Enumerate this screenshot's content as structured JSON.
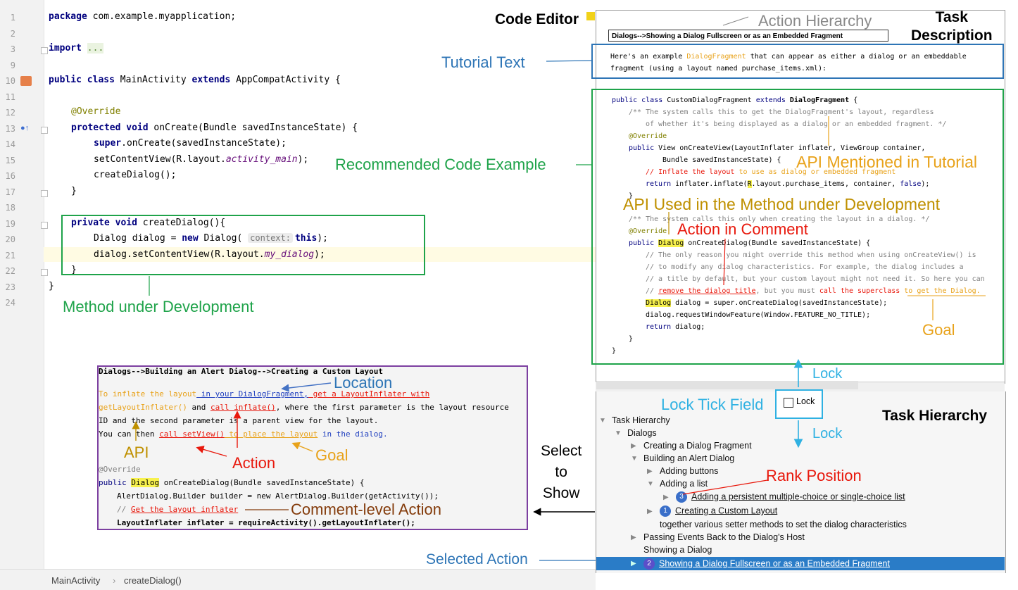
{
  "editor": {
    "lines": [
      {
        "no": "1",
        "code": "package com.example.myapplication;"
      },
      {
        "no": "2",
        "code": ""
      },
      {
        "no": "3",
        "code": "import ..."
      },
      {
        "no": "9",
        "code": ""
      },
      {
        "no": "10",
        "code": "public class MainActivity extends AppCompatActivity {"
      },
      {
        "no": "11",
        "code": ""
      },
      {
        "no": "12",
        "code": "@Override"
      },
      {
        "no": "13",
        "code": "protected void onCreate(Bundle savedInstanceState) {"
      },
      {
        "no": "14",
        "code": "super.onCreate(savedInstanceState);"
      },
      {
        "no": "15",
        "code": "setContentView(R.layout.activity_main);"
      },
      {
        "no": "16",
        "code": "createDialog();"
      },
      {
        "no": "17",
        "code": "}"
      },
      {
        "no": "18",
        "code": ""
      },
      {
        "no": "19",
        "code": "private void createDialog(){"
      },
      {
        "no": "20",
        "code": "Dialog dialog = new Dialog( context: this);"
      },
      {
        "no": "21",
        "code": "dialog.setContentView(R.layout.my_dialog);"
      },
      {
        "no": "22",
        "code": "}"
      },
      {
        "no": "23",
        "code": "}"
      },
      {
        "no": "24",
        "code": ""
      }
    ],
    "line_numbers": [
      "1",
      "2",
      "3",
      "9",
      "10",
      "11",
      "12",
      "13",
      "14",
      "15",
      "16",
      "17",
      "18",
      "19",
      "20",
      "21",
      "22",
      "23",
      "24"
    ],
    "breadcrumb": [
      "MainActivity",
      "createDialog()"
    ]
  },
  "task_panel": {
    "path": "Dialogs-->Showing a Dialog Fullscreen or as an Embedded Fragment",
    "tutorial_line1_a": "Here's an example ",
    "tutorial_line1_api": "DialogFragment",
    "tutorial_line1_b": " that can appear as either a dialog or an embeddable",
    "tutorial_line2": "fragment (using a layout named purchase_items.xml):",
    "code": {
      "l1": "public class CustomDialogFragment extends DialogFragment {",
      "l2": "/** The system calls this to get the DialogFragment's layout, regardless",
      "l3": "of whether it's being displayed as a dialog or an embedded fragment. */",
      "l4": "@Override",
      "l5": "public View onCreateView(LayoutInflater inflater, ViewGroup container,",
      "l6": "Bundle savedInstanceState) {",
      "l7": "// Inflate the layout to use as dialog or embedded fragment",
      "l8": "return inflater.inflate(R.layout.purchase_items, container, false);",
      "l9": "}",
      "l10": "/** The system calls this only when creating the layout in a dialog. */",
      "l11": "@Override",
      "l12_a": "public ",
      "l12_b": "Dialog",
      "l12_c": " onCreateDialog(Bundle savedInstanceState) {",
      "l13": "// The only reason you might override this method when using onCreateView() is",
      "l14": "// to modify any dialog characteristics. For example, the dialog includes a",
      "l15": "// a title by default, but your custom layout might not need it. So here you can",
      "l16_a": "// ",
      "l16_b": "remove the dialog title",
      "l16_c": ", but you must ",
      "l16_d": "call the superclass",
      "l16_e": " to get the Dialog.",
      "l17_a": "Dialog",
      "l17_b": " dialog = super.onCreateDialog(savedInstanceState);",
      "l18": "dialog.requestWindowFeature(Window.FEATURE_NO_TITLE);",
      "l19": "return dialog;",
      "l20": "}",
      "l21": "}"
    },
    "lock_label": "Lock"
  },
  "task_hierarchy": {
    "items": [
      {
        "label": "Task Hierarchy"
      },
      {
        "label": "Dialogs"
      },
      {
        "label": "Creating a Dialog Fragment"
      },
      {
        "label": "Building an Alert Dialog"
      },
      {
        "label": "Adding buttons"
      },
      {
        "label": "Adding a list"
      },
      {
        "label": "Adding a persistent multiple-choice or single-choice list",
        "rank": "3"
      },
      {
        "label": "Creating a Custom Layout",
        "rank": "1"
      },
      {
        "label": "together various setter methods to set the dialog characteristics"
      },
      {
        "label": "Passing Events Back to the Dialog's Host"
      },
      {
        "label": "Showing a Dialog"
      },
      {
        "label": "Showing a Dialog Fullscreen or as an Embedded Fragment",
        "rank": "2"
      }
    ]
  },
  "popup": {
    "path": "Dialogs-->Building an Alert Dialog-->Creating a Custom Layout",
    "p1_a": "To inflate the layout",
    "p1_b": " in your DialogFragment,",
    "p1_c": " get a LayoutInflater with",
    "p2_a": "getLayoutInflater()",
    "p2_b": " and ",
    "p2_c": "call inflate()",
    "p2_d": ", where the first parameter is the layout resource",
    "p3": "ID and the second parameter is a parent view for the layout.",
    "p4_a": "You can then ",
    "p4_b": "call setView()",
    "p4_c": " to place the layout",
    "p4_d": " in the dialog.",
    "c1": "@Override",
    "c2_a": "public ",
    "c2_b": "Dialog",
    "c2_c": " onCreateDialog(Bundle savedInstanceState) {",
    "c3": "AlertDialog.Builder builder = new AlertDialog.Builder(getActivity());",
    "c4_a": "// ",
    "c4_b": "Get the layout inflater",
    "c5": "LayoutInflater inflater = requireActivity().getLayoutInflater();"
  },
  "callouts": {
    "code_editor": "Code Editor",
    "action_hierarchy": "Action Hierarchy",
    "task_description": "Task\nDescription",
    "tutorial_text": "Tutorial Text",
    "recommended_code": "Recommended Code Example",
    "api_mentioned": "API Mentioned in Tutorial",
    "api_used": "API Used in the Method under Development",
    "action_in_comment": "Action in Comment",
    "goal_right": "Goal",
    "method_under_dev": "Method under Development",
    "lock_top": "Lock",
    "lock_bottom": "Lock",
    "lock_tick_field": "Lock Tick Field",
    "task_hierarchy": "Task Hierarchy",
    "rank_position": "Rank Position",
    "selected_action": "Selected Action",
    "select_to_show": "Select\nto\nShow",
    "location": "Location",
    "api": "API",
    "action": "Action",
    "goal": "Goal",
    "comment_level_action": "Comment-level Action"
  }
}
